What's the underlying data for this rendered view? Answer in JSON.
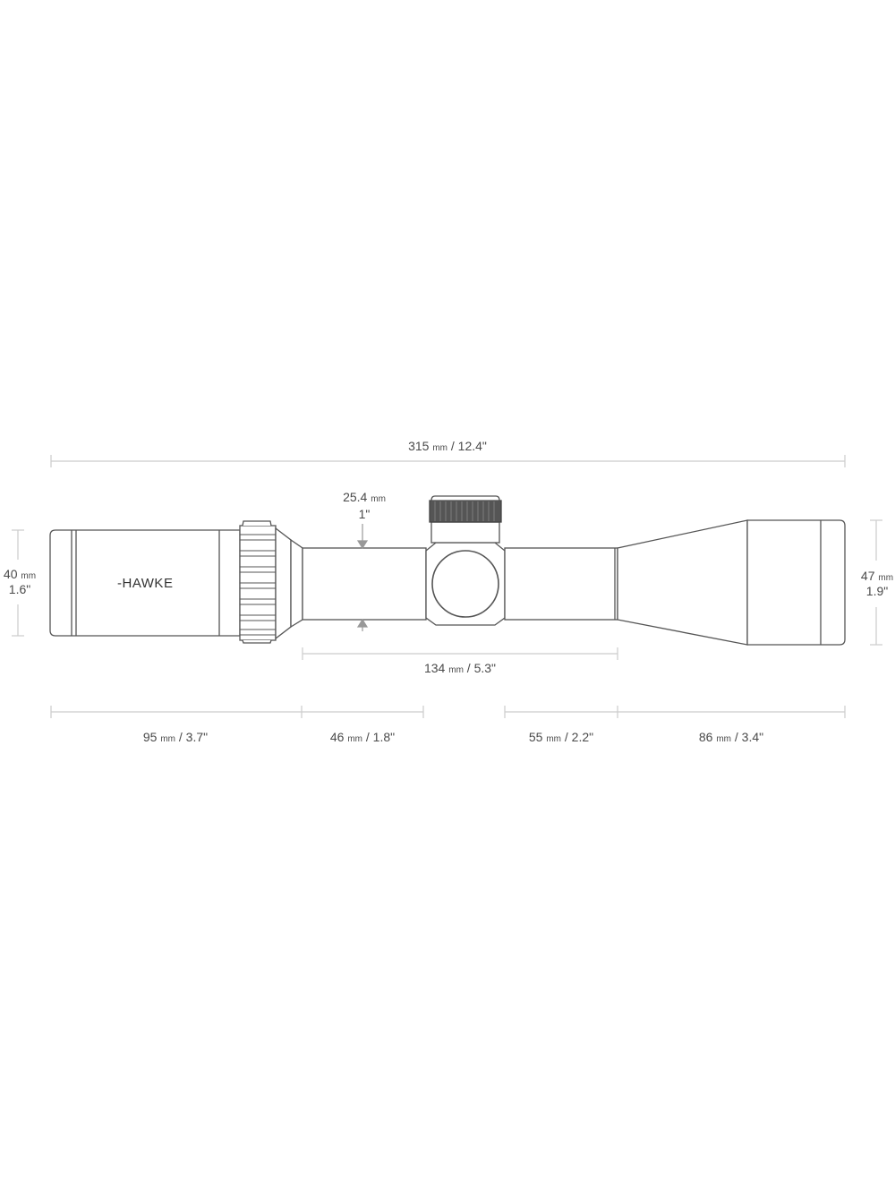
{
  "diagram": {
    "subject": "Riflescope dimension drawing",
    "brand_label": "-HAWKE",
    "line_color": "#555555",
    "dim_color": "#cccccc",
    "knurl_color": "#444444"
  },
  "dimensions": {
    "overall_length": {
      "value": "315",
      "unit": "mm",
      "imperial": " / 12.4\""
    },
    "tube_diameter": {
      "value": "25.4",
      "unit": "mm",
      "imperial": "1\""
    },
    "eyepiece_diameter": {
      "value": "40",
      "unit": "mm",
      "imperial": "1.6\""
    },
    "objective_diameter": {
      "value": "47",
      "unit": "mm",
      "imperial": "1.9\""
    },
    "mounting_length": {
      "value": "134",
      "unit": "mm",
      "imperial": " / 5.3\""
    },
    "segments": [
      {
        "value": "95",
        "unit": "mm",
        "imperial": " / 3.7\""
      },
      {
        "value": "46",
        "unit": "mm",
        "imperial": " / 1.8\""
      },
      {
        "value": "55",
        "unit": "mm",
        "imperial": " / 2.2\""
      },
      {
        "value": "86",
        "unit": "mm",
        "imperial": " / 3.4\""
      }
    ]
  }
}
